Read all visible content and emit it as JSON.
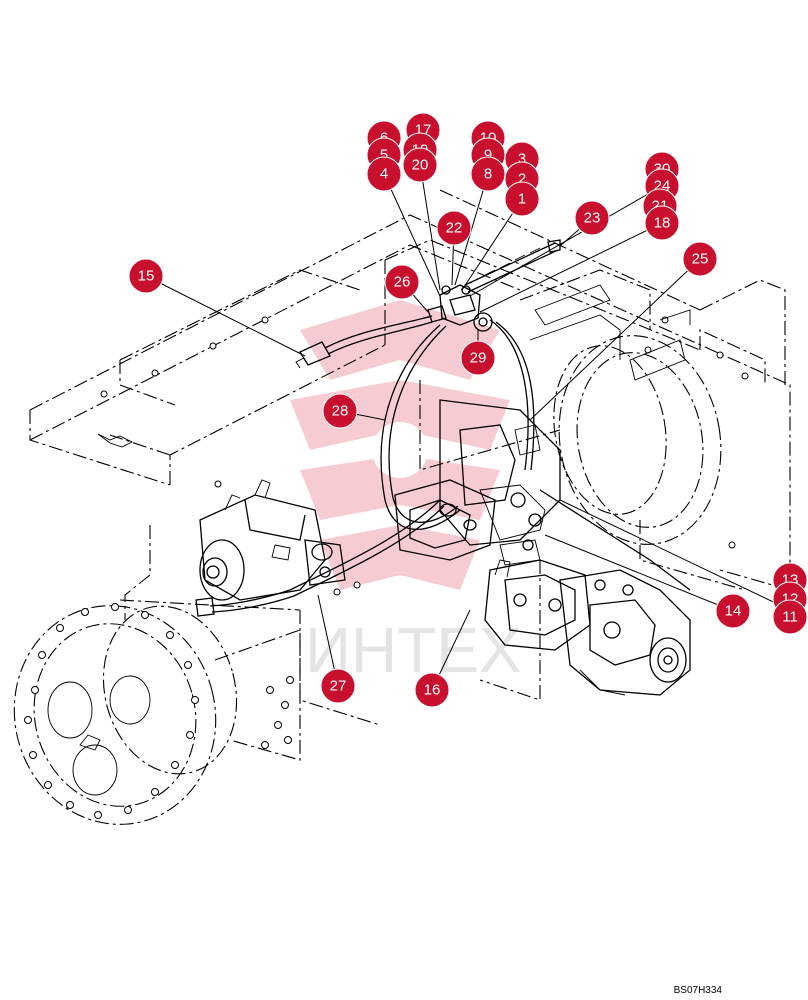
{
  "drawing_code": "BS07H334",
  "watermark_text": "ИНТЕХ",
  "accent_color": "#c8102e",
  "callouts": [
    {
      "num": "6"
    },
    {
      "num": "17"
    },
    {
      "num": "5"
    },
    {
      "num": "19"
    },
    {
      "num": "4"
    },
    {
      "num": "20"
    },
    {
      "num": "10"
    },
    {
      "num": "9"
    },
    {
      "num": "8"
    },
    {
      "num": "3"
    },
    {
      "num": "2"
    },
    {
      "num": "1"
    },
    {
      "num": "30"
    },
    {
      "num": "24"
    },
    {
      "num": "21"
    },
    {
      "num": "18"
    },
    {
      "num": "22"
    },
    {
      "num": "23"
    },
    {
      "num": "25"
    },
    {
      "num": "15"
    },
    {
      "num": "26"
    },
    {
      "num": "29"
    },
    {
      "num": "28"
    },
    {
      "num": "13"
    },
    {
      "num": "12"
    },
    {
      "num": "11"
    },
    {
      "num": "14"
    },
    {
      "num": "27"
    },
    {
      "num": "16"
    }
  ]
}
